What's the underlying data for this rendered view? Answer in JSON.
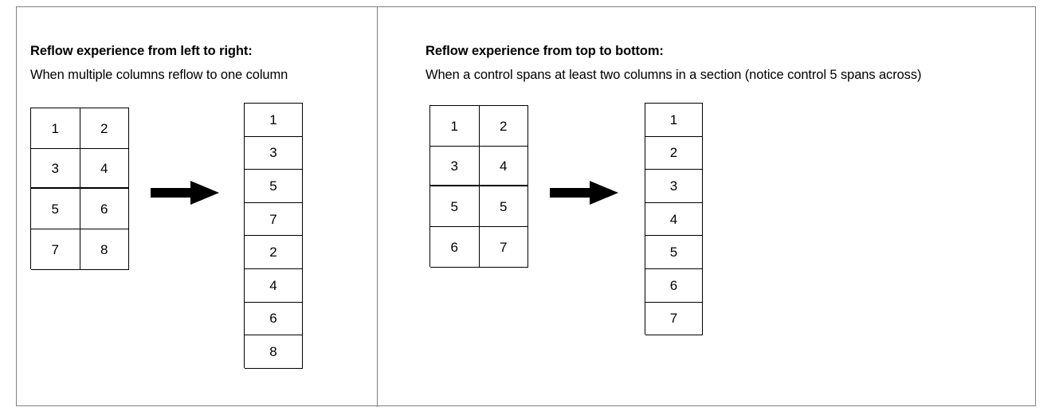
{
  "panels": {
    "left": {
      "heading": "Reflow experience from left to right:",
      "subheading": "When multiple columns reflow to one column",
      "source_grid": {
        "columns": 2,
        "rows": [
          [
            "1",
            "2"
          ],
          [
            "3",
            "4"
          ],
          [
            "5",
            "6"
          ],
          [
            "7",
            "8"
          ]
        ],
        "section_divider_after_row": 2
      },
      "arrow": "right-arrow",
      "result_column": [
        "1",
        "3",
        "5",
        "7",
        "2",
        "4",
        "6",
        "8"
      ]
    },
    "right": {
      "heading": "Reflow experience from top to bottom:",
      "subheading": "When a control spans at least two columns in a section (notice control 5 spans across)",
      "source_grid": {
        "columns": 2,
        "rows": [
          [
            "1",
            "2"
          ],
          [
            "3",
            "4"
          ],
          [
            "5",
            "5"
          ],
          [
            "6",
            "7"
          ]
        ],
        "section_divider_after_row": 2
      },
      "arrow": "right-arrow",
      "result_column": [
        "1",
        "2",
        "3",
        "4",
        "5",
        "6",
        "7"
      ]
    }
  },
  "colors": {
    "frame_border": "#808080",
    "cell_border": "#000000",
    "arrow": "#000000",
    "text": "#000000",
    "background": "#ffffff"
  }
}
